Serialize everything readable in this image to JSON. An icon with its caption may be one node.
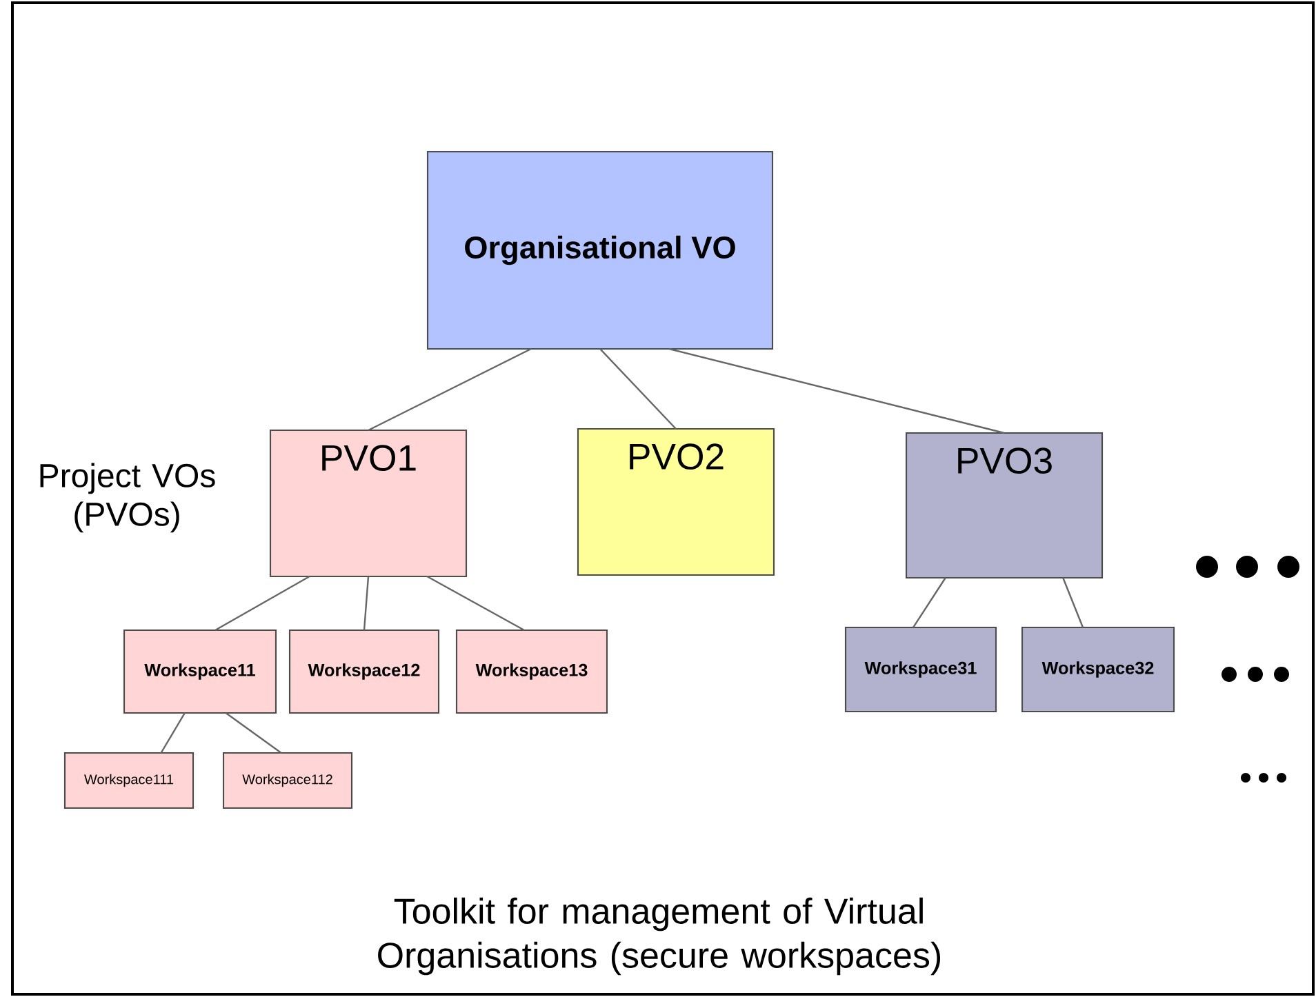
{
  "diagram": {
    "caption": "Toolkit for management of Virtual Organisations (secure workspaces)",
    "nodes": [
      {
        "text": [
          "Organisational VO"
        ]
      },
      {
        "text": [
          "PVO1"
        ]
      },
      {
        "text": [
          "PVO2"
        ]
      },
      {
        "text": [
          "PVO3"
        ]
      },
      {
        "text": [
          "Workspace11"
        ]
      },
      {
        "text": [
          "Workspace12"
        ]
      },
      {
        "text": [
          "Workspace13"
        ]
      },
      {
        "text": [
          "Workspace31"
        ]
      },
      {
        "text": [
          "Workspace32"
        ]
      },
      {
        "text": [
          "Workspace111"
        ]
      },
      {
        "text": [
          "Workspace112"
        ]
      }
    ],
    "edges": [
      {
        "from": 0,
        "to": 1,
        "arrow": "none"
      },
      {
        "from": 0,
        "to": 2,
        "arrow": "none"
      },
      {
        "from": 0,
        "to": 3,
        "arrow": "none"
      },
      {
        "from": 1,
        "to": 4,
        "arrow": "none"
      },
      {
        "from": 1,
        "to": 5,
        "arrow": "none"
      },
      {
        "from": 1,
        "to": 6,
        "arrow": "none"
      },
      {
        "from": 3,
        "to": 7,
        "arrow": "none"
      },
      {
        "from": 3,
        "to": 8,
        "arrow": "none"
      },
      {
        "from": 4,
        "to": 9,
        "arrow": "none"
      },
      {
        "from": 4,
        "to": 10,
        "arrow": "none"
      }
    ],
    "labels": [
      "Project VOs (PVOs)"
    ]
  }
}
